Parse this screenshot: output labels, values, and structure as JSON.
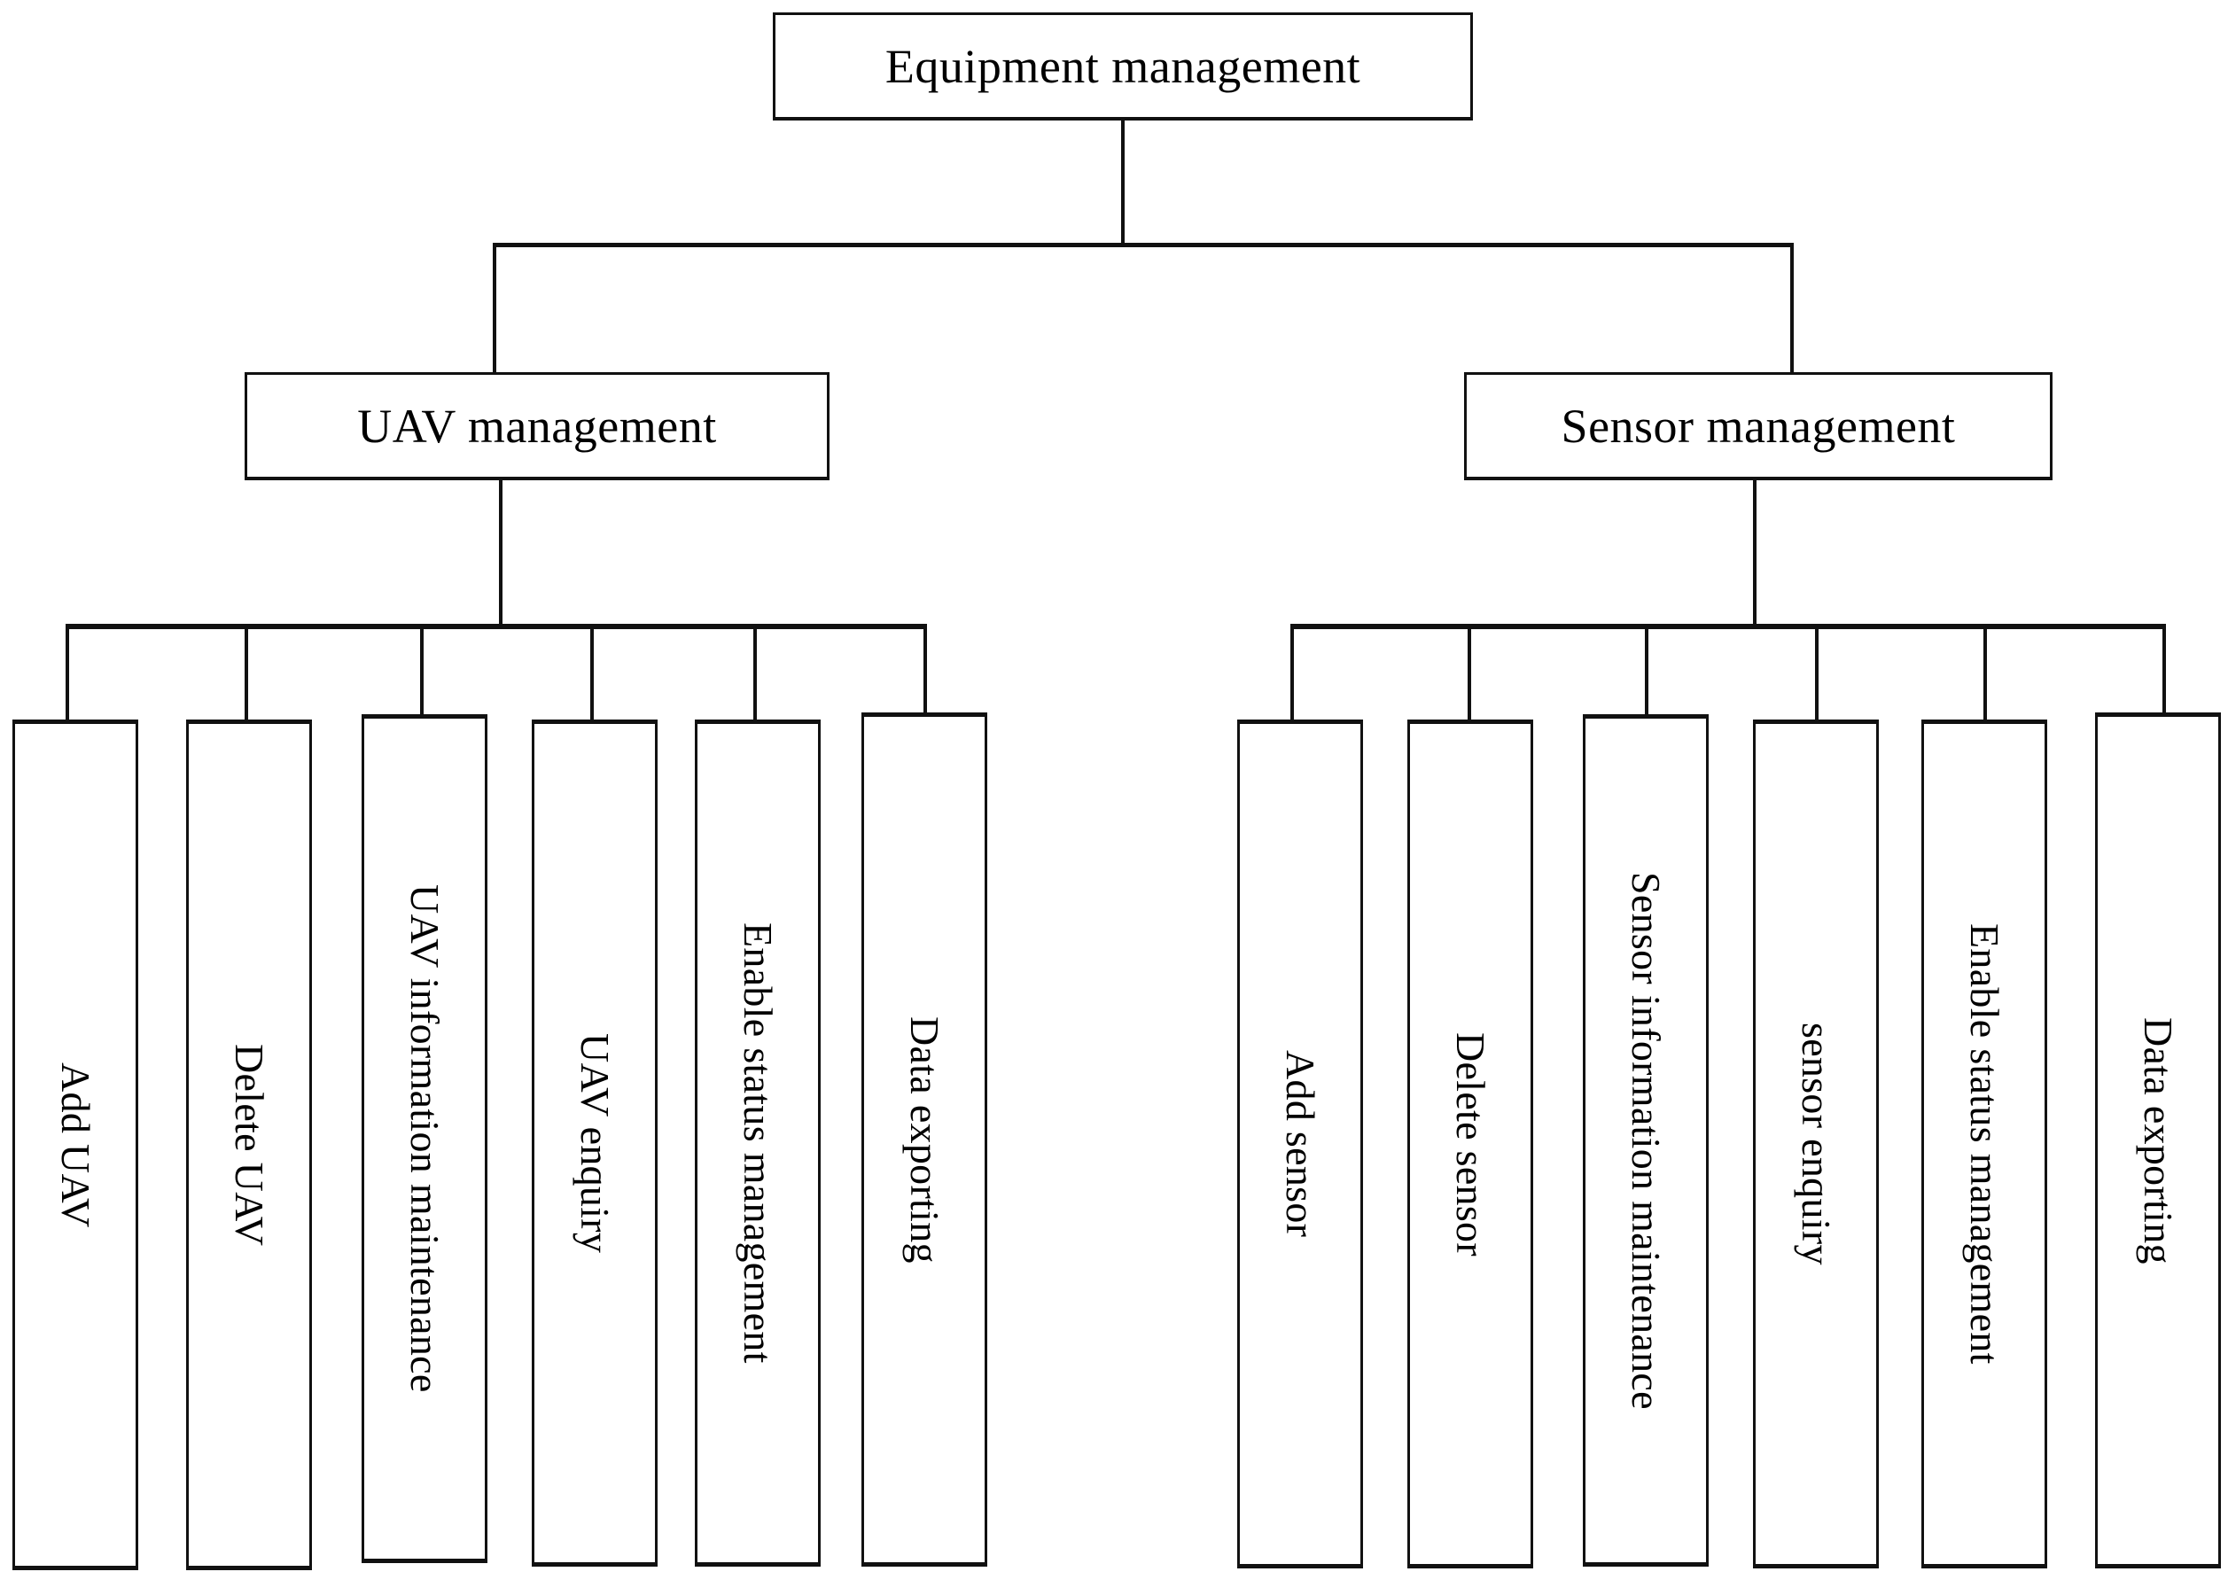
{
  "diagram": {
    "title": "Equipment management",
    "type": "organization-tree",
    "orientation": "top-down",
    "line_color": "#111111",
    "box_fill": "#ffffff",
    "box_border_color": "#111111"
  },
  "root": {
    "label": "Equipment management"
  },
  "branches": [
    {
      "id": "uav",
      "label": "UAV management",
      "leaves": [
        {
          "label": "Add UAV"
        },
        {
          "label": "Delete UAV"
        },
        {
          "label": "UAV information maintenance"
        },
        {
          "label": "UAV enquiry"
        },
        {
          "label": "Enable status management"
        },
        {
          "label": "Data exporting"
        }
      ]
    },
    {
      "id": "sensor",
      "label": "Sensor management",
      "leaves": [
        {
          "label": "Add sensor"
        },
        {
          "label": "Delete sensor"
        },
        {
          "label": "Sensor information maintenance"
        },
        {
          "label": "sensor enquiry"
        },
        {
          "label": "Enable status management"
        },
        {
          "label": "Data exporting"
        }
      ]
    }
  ]
}
